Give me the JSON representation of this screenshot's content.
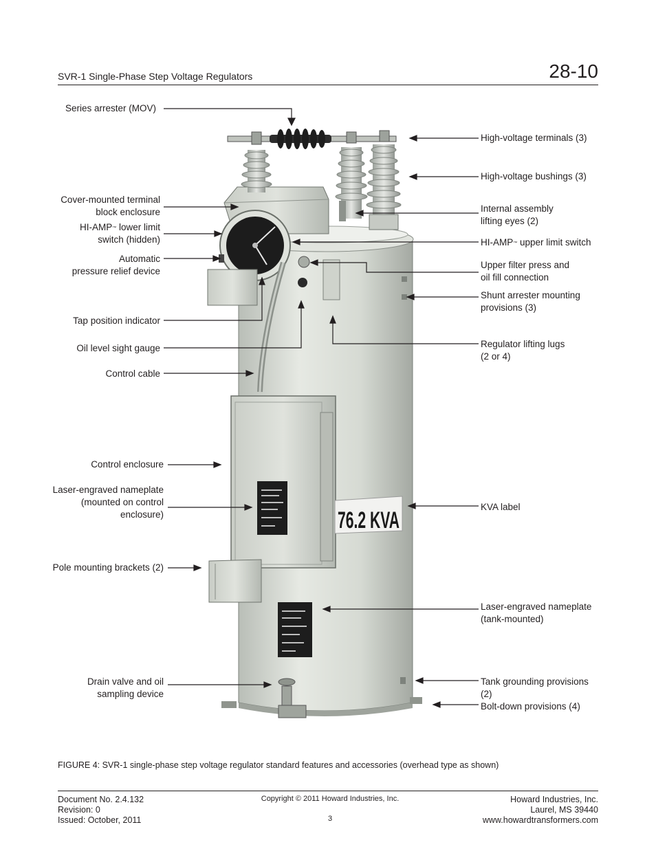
{
  "header": {
    "title": "SVR-1 Single-Phase Step Voltage Regulators",
    "section_number": "28-10"
  },
  "labels_left": [
    {
      "text": "Series arrester (MOV)"
    },
    {
      "line1": "Cover-mounted terminal",
      "line2": "block enclosure"
    },
    {
      "line1a": "HI-AMP",
      "tm": "™",
      "line1b": " lower limit",
      "line2": "switch (hidden)"
    },
    {
      "line1": "Automatic",
      "line2": "pressure relief device"
    },
    {
      "text": "Tap position indicator"
    },
    {
      "text": "Oil level sight gauge"
    },
    {
      "text": "Control cable"
    },
    {
      "text": "Control enclosure"
    },
    {
      "line1": "Laser-engraved nameplate",
      "line2": "(mounted on control",
      "line3": "enclosure)"
    },
    {
      "text": "Pole mounting brackets (2)"
    },
    {
      "line1": "Drain valve and oil",
      "line2": "sampling device"
    }
  ],
  "labels_right": [
    {
      "text": "High-voltage terminals (3)"
    },
    {
      "text": "High-voltage bushings (3)"
    },
    {
      "line1": "Internal assembly",
      "line2": "lifting eyes (2)"
    },
    {
      "line1a": "HI-AMP",
      "tm": "™",
      "line1b": " upper limit switch"
    },
    {
      "line1": "Upper filter press and",
      "line2": "oil fill connection"
    },
    {
      "line1": "Shunt arrester mounting",
      "line2": "provisions (3)"
    },
    {
      "line1": "Regulator lifting lugs",
      "line2": "(2 or 4)"
    },
    {
      "text": "KVA label"
    },
    {
      "line1": "Laser-engraved nameplate",
      "line2": "(tank-mounted)"
    },
    {
      "line1": "Tank grounding provisions",
      "line2": "(2)"
    },
    {
      "text": "Bolt-down provisions (4)"
    }
  ],
  "photo": {
    "kva_label": "76.2 KVA",
    "tank_color": "#d8dcd6",
    "shadow_color": "#a9aea7"
  },
  "caption": "FIGURE 4: SVR-1 single-phase step voltage regulator standard features and accessories (overhead type as shown)",
  "footer": {
    "doc_no": "Document No. 2.4.132",
    "revision": "Revision: 0",
    "issued": "Issued: October, 2011",
    "copyright": "Copyright © 2011 Howard Industries, Inc.",
    "page": "3",
    "company": "Howard Industries, Inc.",
    "address": "Laurel, MS 39440",
    "website": "www.howardtransformers.com"
  }
}
